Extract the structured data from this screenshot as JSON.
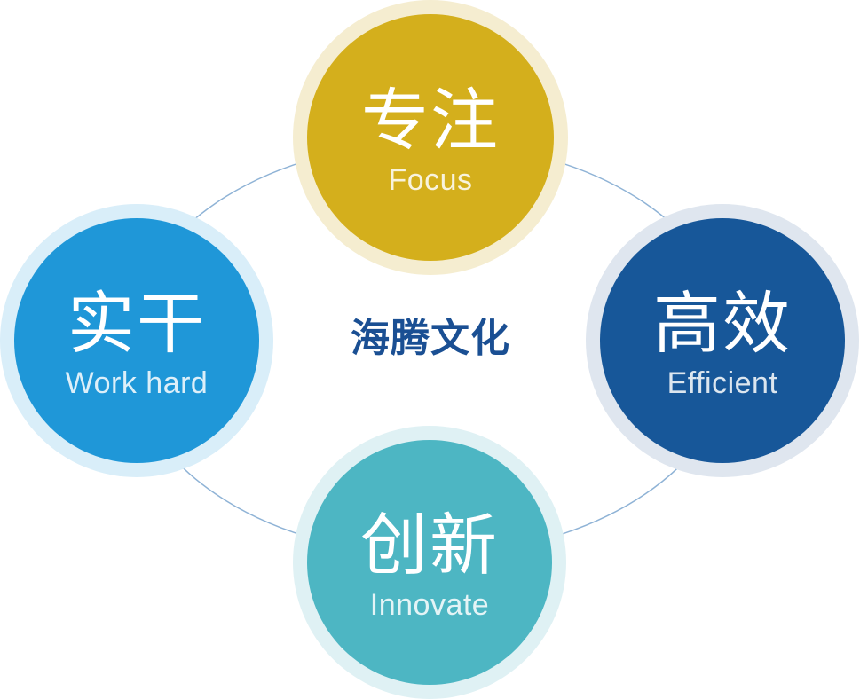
{
  "center": {
    "title": "海腾文化",
    "color": "#1a4f93"
  },
  "values": [
    {
      "key": "focus",
      "zh": "专注",
      "en": "Focus",
      "color": "#d4af1c",
      "halo": "#f5edd0"
    },
    {
      "key": "efficient",
      "zh": "高效",
      "en": "Efficient",
      "color": "#175799",
      "halo": "#dfe6ef"
    },
    {
      "key": "innovate",
      "zh": "创新",
      "en": "Innovate",
      "color": "#4db6c3",
      "halo": "#dff1f4"
    },
    {
      "key": "work_hard",
      "zh": "实干",
      "en": "Work hard",
      "color": "#1f97d8",
      "halo": "#d9eef9"
    }
  ],
  "ring_color": "#8fb3d6"
}
